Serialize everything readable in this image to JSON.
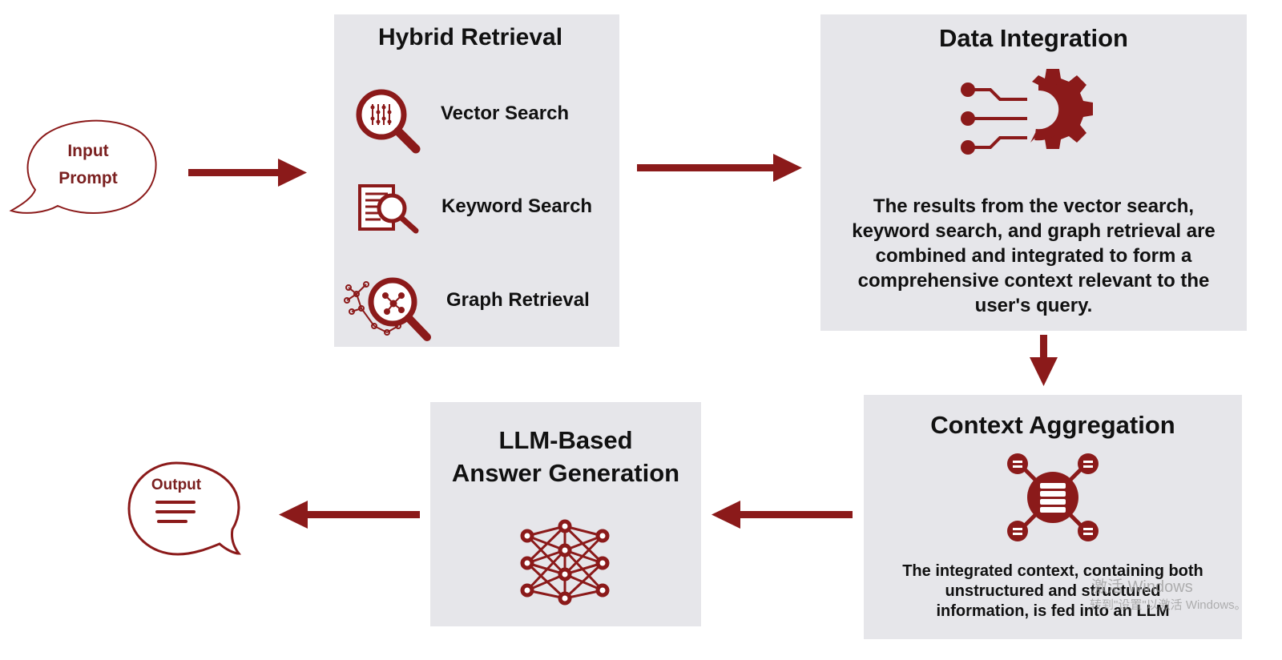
{
  "input_bubble": {
    "line1": "Input",
    "line2": "Prompt"
  },
  "hybrid_retrieval": {
    "title": "Hybrid Retrieval",
    "items": [
      {
        "label": "Vector Search",
        "icon": "vector-search-icon"
      },
      {
        "label": "Keyword Search",
        "icon": "keyword-search-icon"
      },
      {
        "label": "Graph Retrieval",
        "icon": "graph-retrieval-icon"
      }
    ]
  },
  "data_integration": {
    "title": "Data Integration",
    "icon": "gear-circuit-icon",
    "description_lines": [
      "The results from the vector search,",
      "keyword search, and graph retrieval are",
      "combined and integrated to form a",
      "comprehensive context relevant to the",
      "user's query."
    ]
  },
  "context_aggregation": {
    "title": "Context Aggregation",
    "icon": "database-hub-icon",
    "description_lines": [
      "The integrated context, containing both",
      "unstructured and structured",
      "information, is fed into an LLM"
    ]
  },
  "llm_generation": {
    "title_line1": "LLM-Based",
    "title_line2": "Answer Generation",
    "icon": "neural-network-icon"
  },
  "output_bubble": {
    "label": "Output"
  },
  "watermark": {
    "line1": "激活 Windows",
    "line2": "转到\"设置\"以激活 Windows。"
  },
  "colors": {
    "accent": "#8b1a1a",
    "panel": "#e6e6ea",
    "text": "#111111"
  }
}
